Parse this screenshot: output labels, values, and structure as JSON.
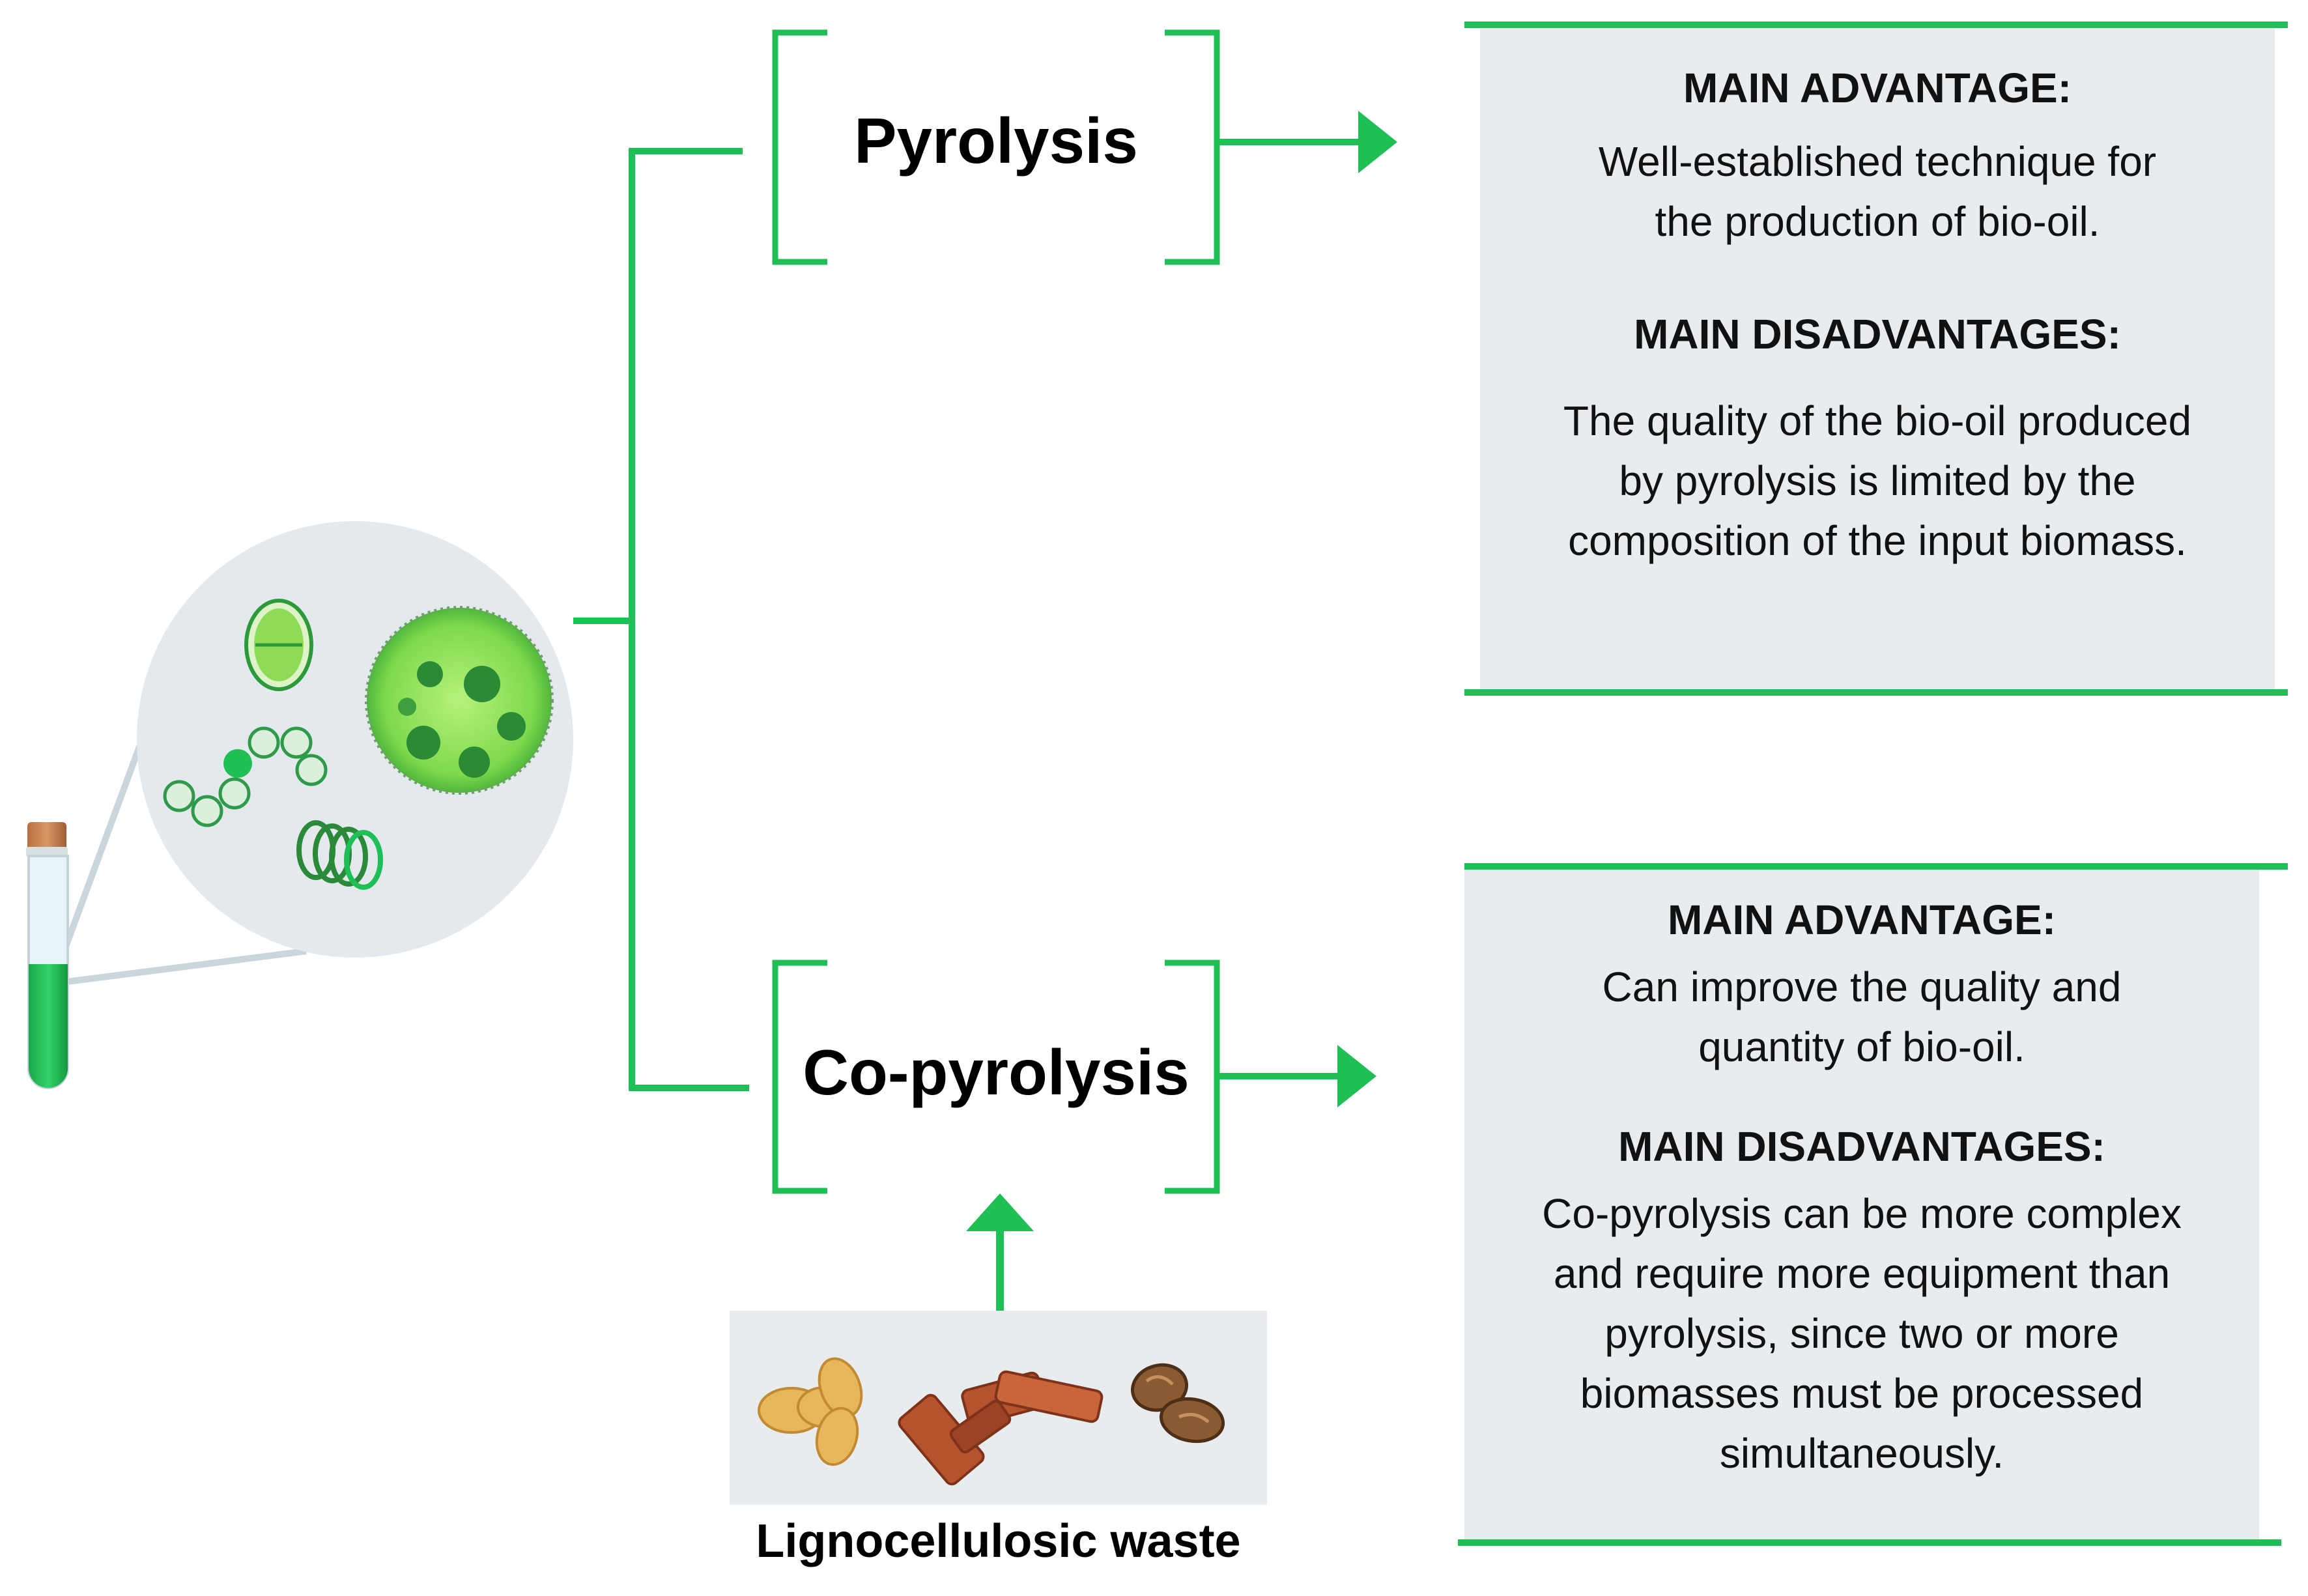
{
  "colors": {
    "green": "#1fbf56",
    "panel_bg": "#e8ecee",
    "cell_light": "#9ae86b",
    "cell_dark": "#1a8c38"
  },
  "methods": {
    "pyrolysis": "Pyrolysis",
    "copyrolysis": "Co-pyrolysis"
  },
  "panels": [
    {
      "advantage_heading": "MAIN ADVANTAGE:",
      "advantage_text": "Well-established technique for\nthe production of bio-oil.",
      "disadvantage_heading": "MAIN DISADVANTAGES:",
      "disadvantage_text": "The quality of the bio-oil produced\nby pyrolysis is limited by the\ncomposition of the input biomass."
    },
    {
      "advantage_heading": "MAIN ADVANTAGE:",
      "advantage_text": "Can improve the quality and\nquantity of bio-oil.",
      "disadvantage_heading": "MAIN DISADVANTAGES:",
      "disadvantage_text": "Co-pyrolysis can be more complex\nand require more equipment than\npyrolysis, since two or more\nbiomasses must be processed\nsimultaneously."
    }
  ],
  "lignocellulosic_caption": "Lignocellulosic waste",
  "icons": [
    "test-tube-icon",
    "microalgae-cells-icon",
    "peanut-icon",
    "wood-pieces-icon",
    "nut-icon"
  ]
}
